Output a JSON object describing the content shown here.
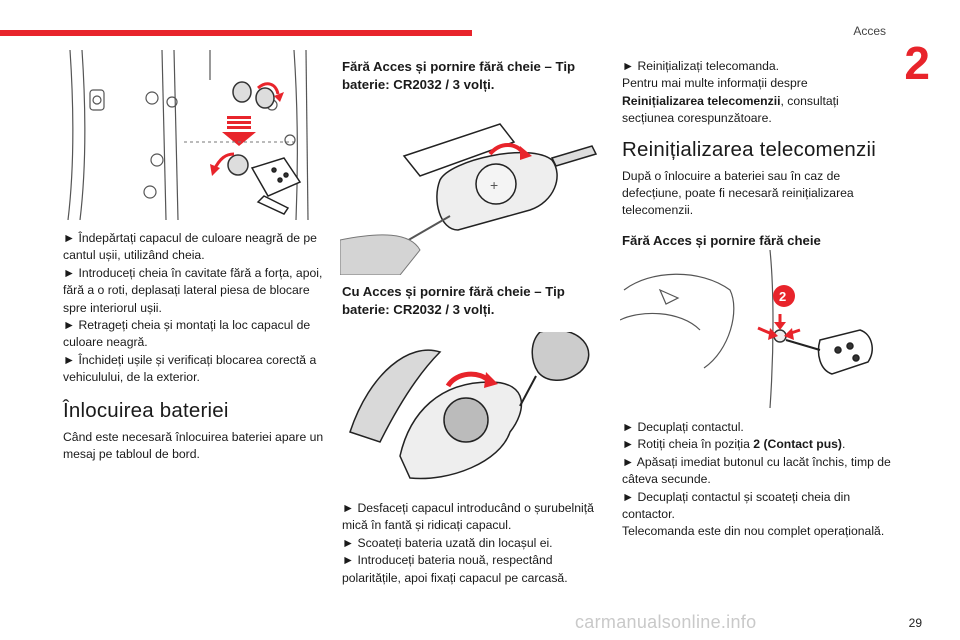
{
  "header": {
    "section": "Acces",
    "chapter": "2",
    "accent": "#e8242b"
  },
  "left": {
    "steps": [
      "► Îndepărtați capacul de culoare neagră de pe cantul ușii, utilizând cheia.",
      "► Introduceți cheia în cavitate fără a forța, apoi, fără a o roti, deplasați lateral piesa de blocare spre interiorul ușii.",
      "► Retrageți cheia și montați la loc capacul de culoare neagră.",
      "► Închideți ușile și verificați blocarea corectă a vehiculului, de la exterior."
    ],
    "battery_title": "Înlocuirea bateriei",
    "battery_text": "Când este necesară înlocuirea bateriei apare un mesaj pe tabloul de bord."
  },
  "middle": {
    "heading1": "Fără Acces și pornire fără cheie – Tip baterie: CR2032 / 3 volți.",
    "heading2": "Cu Acces și pornire fără cheie – Tip baterie: CR2032 / 3 volți.",
    "steps": [
      "► Desfaceți capacul introducând o șurubelniță mică în fantă și ridicați capacul.",
      "► Scoateți bateria uzată din locașul ei.",
      "► Introduceți bateria nouă, respectând polaritățile, apoi fixați capacul pe carcasă."
    ]
  },
  "right": {
    "step1": "► Reinițializați telecomanda.",
    "info_pre": "Pentru mai multe informații despre",
    "info_bold": "Reinițializarea telecomenzii",
    "info_post": ", consultați secțiunea corespunzătoare.",
    "reinit_title": "Reinițializarea telecomenzii",
    "reinit_text": "După o înlocuire a bateriei sau în caz de defecțiune, poate fi necesară reinițializarea telecomenzii.",
    "subheading": "Fără Acces și pornire fără cheie",
    "callout": "2",
    "s1": "► Decuplați contactul.",
    "s2_pre": "► Rotiți cheia în poziția ",
    "s2_bold": "2 (Contact pus)",
    "s2_post": ".",
    "s3": "► Apăsați imediat butonul cu lacăt închis, timp de câteva secunde.",
    "s4": "► Decuplați contactul și scoateți cheia din contactor.",
    "s5": "Telecomanda este din nou complet operațională."
  },
  "footer": {
    "page": "29",
    "watermark": "carmanualsonline.info"
  }
}
